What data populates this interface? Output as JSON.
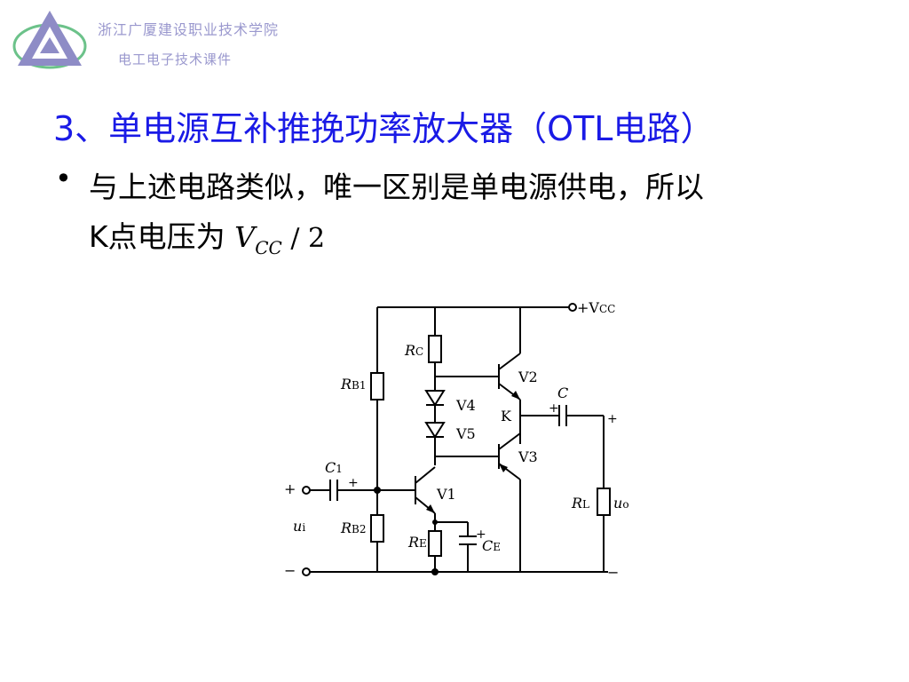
{
  "header": {
    "school": "浙江广厦建设职业技术学院",
    "course": "电工电子技术课件"
  },
  "title": "3、单电源互补推挽功率放大器（OTL电路）",
  "bullet": {
    "line1": "与上述电路类似，唯一区别是单电源供电，所以",
    "line2_prefix": "K点电压为",
    "formula_v": "V",
    "formula_sub": "CC",
    "formula_rest": " / 2"
  },
  "circuit": {
    "labels": {
      "vcc": "+V",
      "vcc_sub": "CC",
      "rc": "R",
      "rc_sub": "C",
      "rb1": "R",
      "rb1_sub": "B1",
      "rb2": "R",
      "rb2_sub": "B2",
      "re": "R",
      "re_sub": "E",
      "ce": "C",
      "ce_sub": "E",
      "c1": "C",
      "c1_sub": "1",
      "c": "C",
      "rl": "R",
      "rl_sub": "L",
      "v1": "V1",
      "v2": "V2",
      "v3": "V3",
      "v4": "V4",
      "v5": "V5",
      "k": "K",
      "ui": "u",
      "ui_sub": "i",
      "uo": "u",
      "uo_sub": "o",
      "plus": "+",
      "minus": "−"
    }
  }
}
